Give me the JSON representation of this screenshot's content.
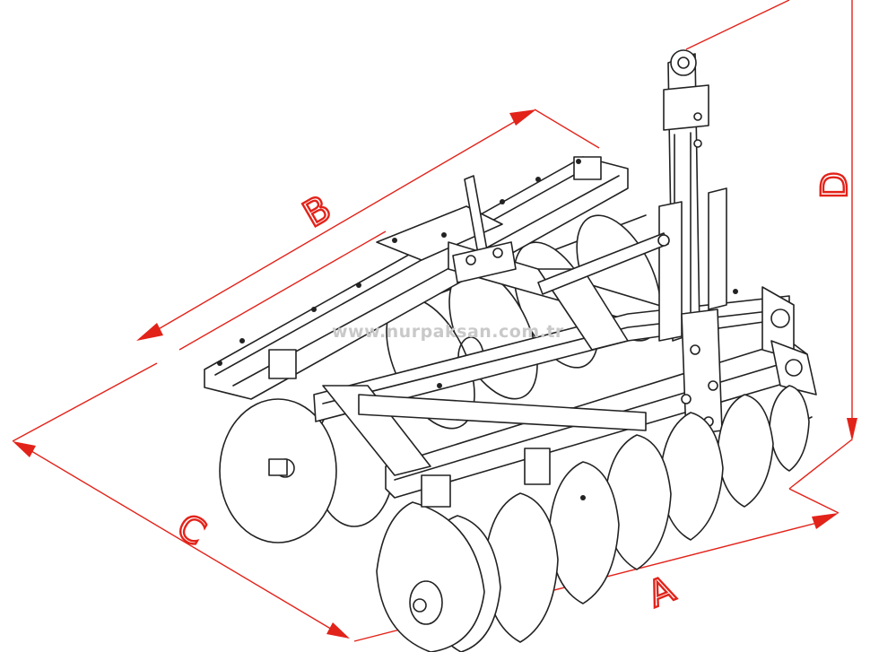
{
  "diagram": {
    "watermark": "www.nurpaksan.com.tr",
    "dimension_labels": {
      "A": "A",
      "B": "B",
      "C": "C",
      "D": "D"
    },
    "colors": {
      "dimension": "#e2231a",
      "line": "#222222",
      "background": "#ffffff",
      "watermark": "#c9c9c9"
    }
  }
}
